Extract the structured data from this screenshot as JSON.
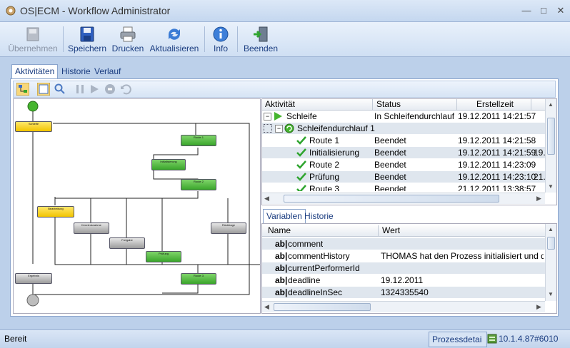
{
  "window": {
    "title": "OS|ECM  - Workflow Administrator"
  },
  "toolbar": {
    "items": [
      {
        "label": "Übernehmen",
        "icon": "apply-icon",
        "enabled": false
      },
      {
        "label": "Speichern",
        "icon": "save-icon",
        "enabled": true
      },
      {
        "label": "Drucken",
        "icon": "print-icon",
        "enabled": true
      },
      {
        "label": "Aktualisieren",
        "icon": "refresh-icon",
        "enabled": true
      },
      {
        "label": "Info",
        "icon": "info-icon",
        "enabled": true
      },
      {
        "label": "Beenden",
        "icon": "exit-icon",
        "enabled": true
      }
    ]
  },
  "tabs": [
    "Aktivitäten",
    "Historie",
    "Verlauf"
  ],
  "workflow": {
    "nodes": {
      "n1": "Schleife",
      "n2": "Route 1",
      "n3": "Initialisierung",
      "n4": "Route 2",
      "n5": "Bearbeitung",
      "n6": "Kenntnisnahme",
      "n7": "Freigabe",
      "n8": "Prüfung",
      "n9": "Rückfrage",
      "n10": "Route 3",
      "n11": "Ergebnis"
    }
  },
  "activity_grid": {
    "columns": [
      "Aktivität",
      "Status",
      "Erstellzeit"
    ],
    "rows": [
      {
        "name": "Schleife",
        "status": "In Schleifendurchlauf",
        "time": "19.12.2011 14:21:57",
        "extra": ""
      },
      {
        "name": "Schleifendurchlauf 1",
        "status": "",
        "time": "",
        "extra": ""
      },
      {
        "name": "Route 1",
        "status": "Beendet",
        "time": "19.12.2011 14:21:58",
        "extra": ""
      },
      {
        "name": "Initialisierung",
        "status": "Beendet",
        "time": "19.12.2011 14:21:59",
        "extra": "19."
      },
      {
        "name": "Route 2",
        "status": "Beendet",
        "time": "19.12.2011 14:23:09",
        "extra": ""
      },
      {
        "name": "Prüfung",
        "status": "Beendet",
        "time": "19.12.2011 14:23:10",
        "extra": "21."
      },
      {
        "name": "Route 3",
        "status": "Beendet",
        "time": "21.12.2011 13:38:57",
        "extra": ""
      }
    ]
  },
  "variable_tabs": [
    "Variablen",
    "Historie"
  ],
  "variables": {
    "columns": [
      "Name",
      "Wert"
    ],
    "rows": [
      {
        "type": "ab|",
        "name": "comment",
        "value": ""
      },
      {
        "type": "ab|",
        "name": "commentHistory",
        "value": "THOMAS hat den Prozess initialisiert und die Au"
      },
      {
        "type": "ab|",
        "name": "currentPerformerId",
        "value": ""
      },
      {
        "type": "ab|",
        "name": "deadline",
        "value": "19.12.2011"
      },
      {
        "type": "ab|",
        "name": "deadlineInSec",
        "value": "1324335540"
      }
    ]
  },
  "statusbar": {
    "left": "Bereit",
    "panel": "Prozessdetai",
    "connection": "10.1.4.87#6010"
  },
  "colors": {
    "accent": "#1b3d80",
    "node_green": "#4bb83a",
    "node_yellow": "#f5cf1a",
    "node_gray": "#a8a8a8"
  }
}
